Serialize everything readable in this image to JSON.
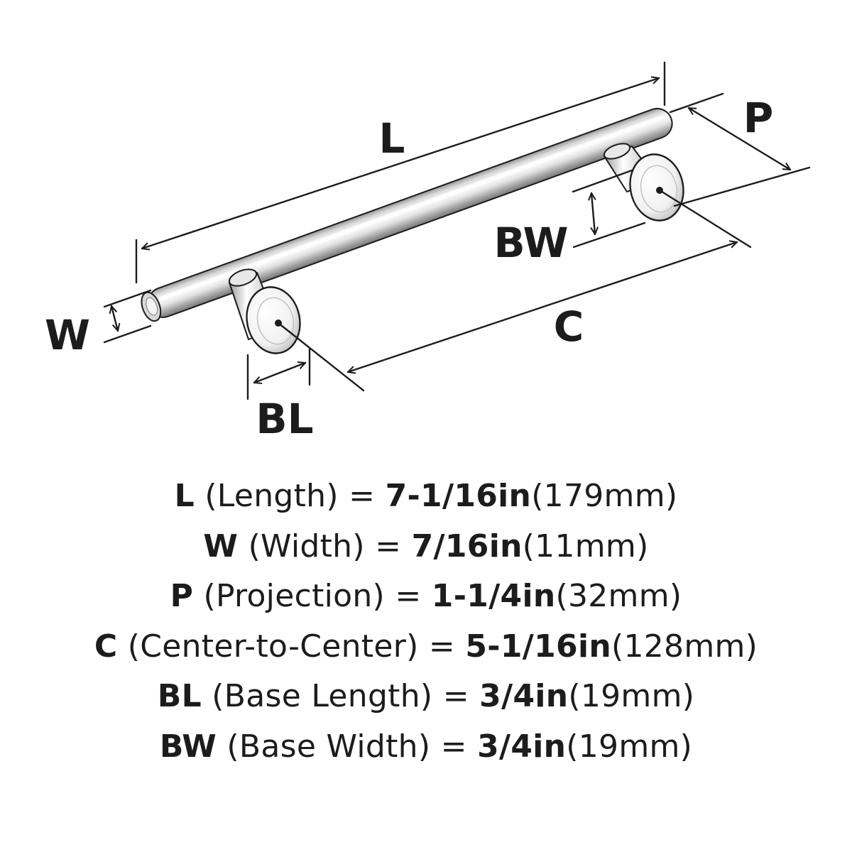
{
  "diagram": {
    "labels": {
      "L": "L",
      "W": "W",
      "P": "P",
      "C": "C",
      "BL": "BL",
      "BW": "BW"
    }
  },
  "specs": [
    {
      "code": "L",
      "name": "(Length)",
      "imperial": "7-1/16in",
      "metric": "(179mm)"
    },
    {
      "code": "W",
      "name": "(Width)",
      "imperial": "7/16in",
      "metric": "(11mm)"
    },
    {
      "code": "P",
      "name": "(Projection)",
      "imperial": "1-1/4in",
      "metric": "(32mm)"
    },
    {
      "code": "C",
      "name": "(Center-to-Center)",
      "imperial": "5-1/16in",
      "metric": "(128mm)"
    },
    {
      "code": "BL",
      "name": "(Base Length)",
      "imperial": "3/4in",
      "metric": "(19mm)"
    },
    {
      "code": "BW",
      "name": "(Base Width)",
      "imperial": "3/4in",
      "metric": "(19mm)"
    }
  ],
  "equals_sign": "=",
  "colors": {
    "ink": "#1c1c1c",
    "chrome_light": "#fafafa",
    "chrome_mid": "#c9c9c9",
    "chrome_dark": "#7d7d7d"
  }
}
